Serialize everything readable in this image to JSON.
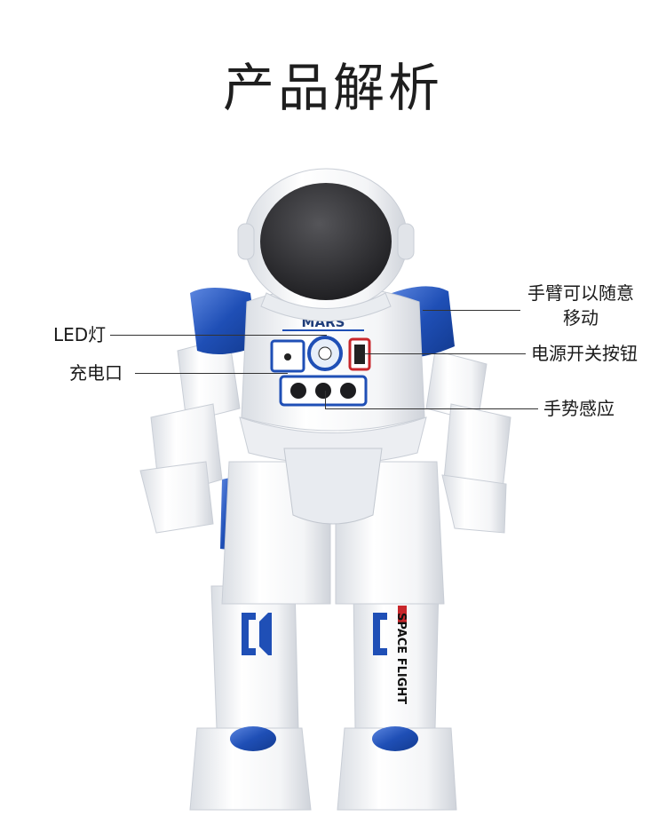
{
  "title": "产品解析",
  "robot": {
    "chest_badge": "MARS",
    "leg_text": "SPACE FLIGHT"
  },
  "callouts": {
    "led_light": "LED灯",
    "charging_port": "充电口",
    "arm_move_line1": "手臂可以随意",
    "arm_move_line2": "移动",
    "power_switch": "电源开关按钮",
    "gesture_sensor": "手势感应"
  },
  "colors": {
    "accent_blue": "#1f4fb6",
    "body_white": "#f4f5f7",
    "visor": "#2b2b2e",
    "red": "#c8262b"
  }
}
